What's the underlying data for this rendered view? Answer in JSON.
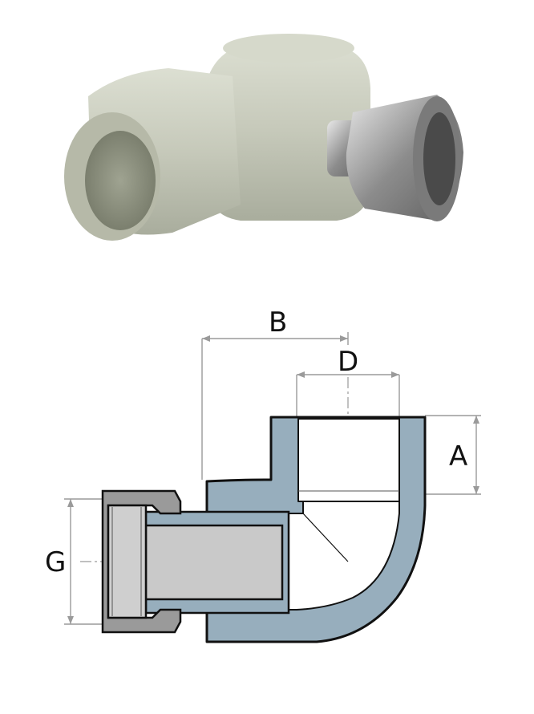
{
  "diagram": {
    "dimension_labels": {
      "A": "A",
      "B": "B",
      "D": "D",
      "G": "G"
    }
  },
  "colors": {
    "body_plastic": "#c6c9ba",
    "section_fill": "#97aebd",
    "nut_metal": "#9a9a9a",
    "dimension_line": "#9a9a9a",
    "outline": "#111111"
  },
  "icons": {
    "photo": "product-photo-icon"
  }
}
